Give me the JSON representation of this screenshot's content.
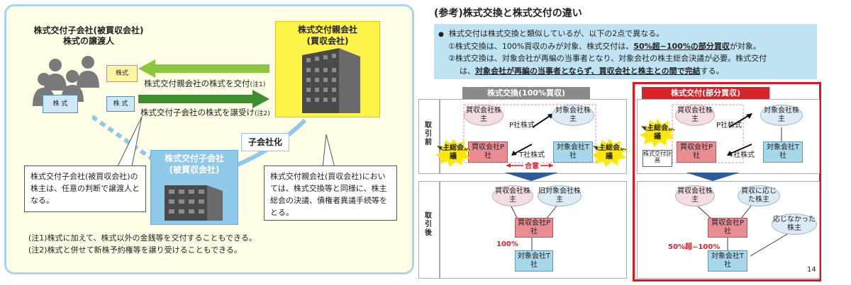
{
  "left": {
    "subsidiary_holders_title": "株式交付子会社(被買収会社)",
    "subsidiary_holders_sub": "株式の譲渡人",
    "parent_box_title": "株式交付親会社",
    "parent_box_sub": "(買収会社)",
    "stock_label_top": "株式",
    "stock_label_left": "株 式",
    "stock_label_mid": "株 式",
    "arrow1_label": "株式交付親会社の株式を交付",
    "arrow1_note": "(注1)",
    "arrow2_label": "株式交付子会社の株式を譲受け",
    "arrow2_note": "(注2)",
    "subsidiary_label": "子会社化",
    "sub_box_title": "株式交付子会社",
    "sub_box_sub": "(被買収会社)",
    "callout_left": "株式交付子会社(被買収会社)の株主は、任意の判断で譲渡人となる。",
    "callout_right": "株式交付親会社(買収会社)においては、株式交換等と同様に、株主総会の決議、債権者異議手続等をとる。",
    "note1": "(注1)株式に加えて、株式以外の金銭等を交付することもできる。",
    "note2": "(注2)株式と併せて新株予約権等を譲り受けることもできる。"
  },
  "right": {
    "title": "(参考)株式交換と株式交付の違い",
    "bullet": "株式交付は株式交換と類似しているが、以下の2点で異なる。",
    "point1_pre": "①株式交換は、100%買収のみが対象、株式交付は、",
    "point1_bold": "50%超~100%の部分買収",
    "point1_post": "が対象。",
    "point2_line1": "②株式交換は、対象会社が再編の当事者となり、対象会社の株主総会決議が必要。株式交付",
    "point2_line2_pre": "は、",
    "point2_line2_bold": "対象会社が再編の当事者とならず、買収会社と株主との間で完結",
    "point2_line2_post": "する。",
    "exchange_head": "株式交換(100%買収)",
    "delivery_head": "株式交付(部分買収)",
    "before_label": "取引前",
    "after_label": "取引後",
    "acq_holders": "買収会社株主",
    "target_holders": "対象会社株主",
    "p_stock": "P社株式",
    "t_stock": "T社株式",
    "acq_p": "買収会社P社",
    "target_t": "対象会社T社",
    "resolution": "株主総会決議",
    "agreement": "合意",
    "plan": "株式交付計画",
    "old_target_holders": "旧対象会社株主",
    "responding_holders": "買収に応じた株主",
    "nonresponding_holders": "応じなかった株主",
    "pct_100": "100%",
    "pct_50": "50%超~100%",
    "page_number": "14"
  }
}
